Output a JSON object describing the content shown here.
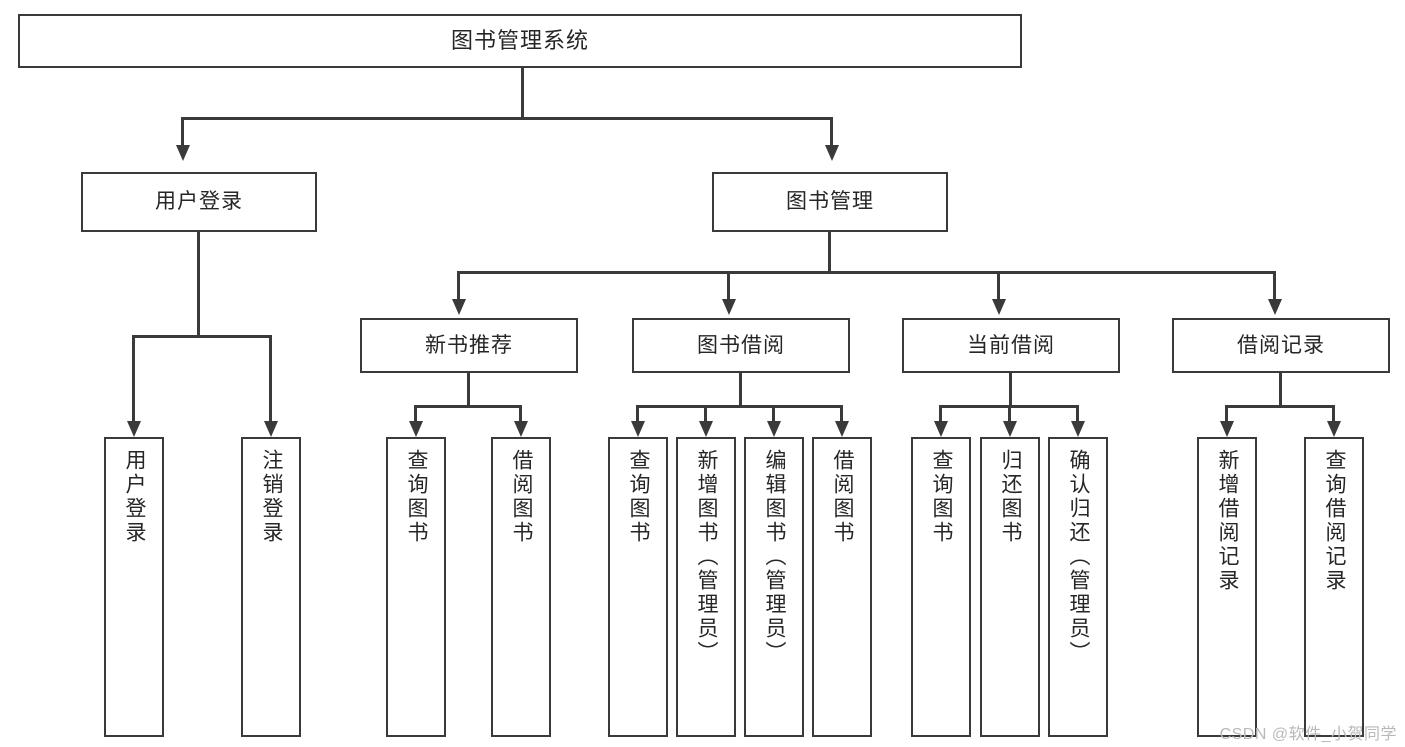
{
  "diagram": {
    "title": "图书管理系统",
    "type": "tree",
    "orientation": "top-down",
    "colors": {
      "stroke": "#3a3a3a",
      "fill": "#ffffff",
      "text": "#262626",
      "watermark": "#b9b9b9"
    },
    "root": {
      "label": "图书管理系统"
    },
    "level2": [
      {
        "label": "用户登录"
      },
      {
        "label": "图书管理"
      }
    ],
    "level3": [
      {
        "label": "新书推荐"
      },
      {
        "label": "图书借阅"
      },
      {
        "label": "当前借阅"
      },
      {
        "label": "借阅记录"
      }
    ],
    "leaves": {
      "user_login": [
        {
          "label": "用户登录"
        },
        {
          "label": "注销登录"
        }
      ],
      "new_book_recommend": [
        {
          "label": "查询图书"
        },
        {
          "label": "借阅图书"
        }
      ],
      "book_borrow": [
        {
          "label": "查询图书"
        },
        {
          "label": "新增图书（管理员）"
        },
        {
          "label": "编辑图书（管理员）"
        },
        {
          "label": "借阅图书"
        }
      ],
      "current_borrow": [
        {
          "label": "查询图书"
        },
        {
          "label": "归还图书"
        },
        {
          "label": "确认归还（管理员）"
        }
      ],
      "borrow_record": [
        {
          "label": "新增借阅记录"
        },
        {
          "label": "查询借阅记录"
        }
      ]
    }
  },
  "watermark": {
    "text": "CSDN @软件_小贺同学"
  }
}
